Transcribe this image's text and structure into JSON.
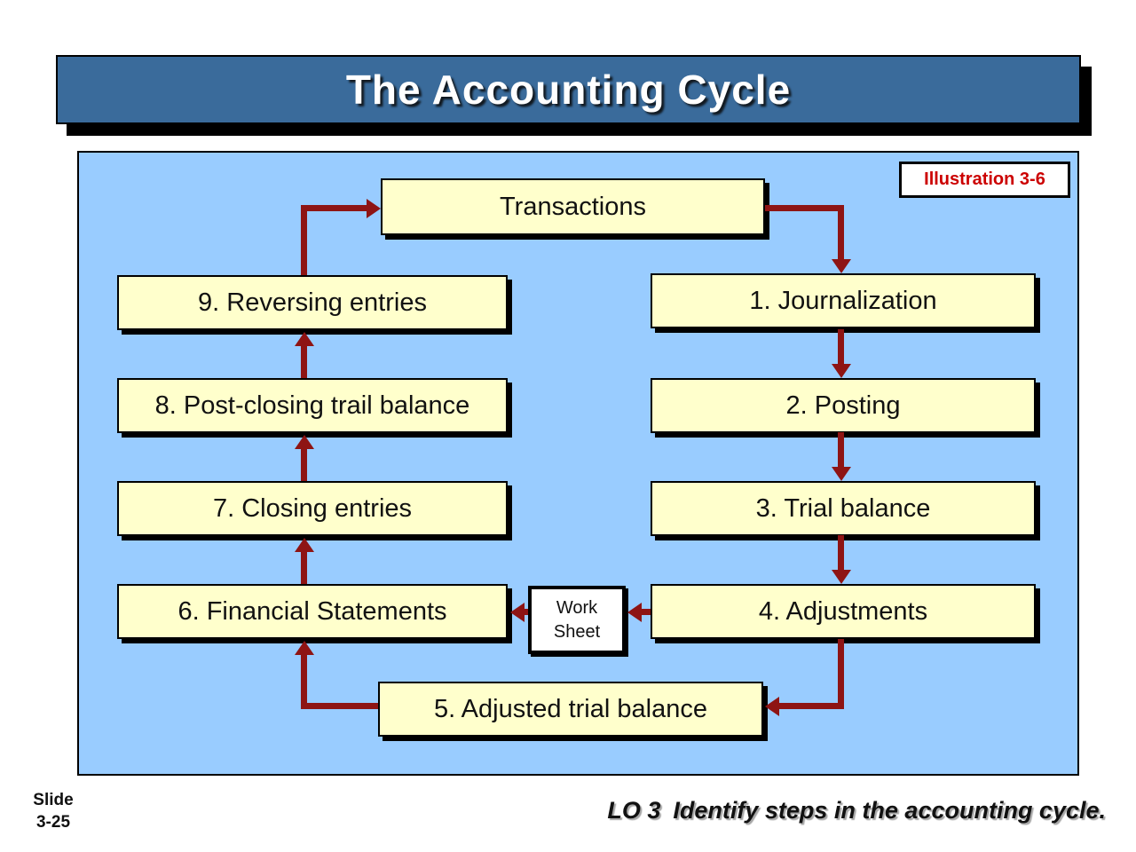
{
  "slide": {
    "title": "The Accounting Cycle",
    "illustration_label": "Illustration 3-6",
    "slide_number_line1": "Slide",
    "slide_number_line2": "3-25",
    "lo_prefix": "LO 3",
    "lo_text": "Identify steps in the accounting cycle."
  },
  "diagram": {
    "type": "flowchart-cycle",
    "nodes": {
      "transactions": "Transactions",
      "step1": "1. Journalization",
      "step2": "2. Posting",
      "step3": "3. Trial balance",
      "step4": "4. Adjustments",
      "step5": "5. Adjusted trial balance",
      "step6": "6. Financial Statements",
      "step7": "7. Closing entries",
      "step8": "8. Post-closing trail balance",
      "step9": "9. Reversing entries",
      "worksheet_line1": "Work",
      "worksheet_line2": "Sheet"
    },
    "edges": [
      "transactions -> step1",
      "step1 -> step2",
      "step2 -> step3",
      "step3 -> step4",
      "step4 -> step5",
      "step5 -> step6",
      "step6 -> step7",
      "step7 -> step8",
      "step8 -> step9",
      "step9 -> transactions",
      "step4 -> worksheet",
      "worksheet -> step6"
    ]
  },
  "colors": {
    "title-bar": "#3A6B9B",
    "panel": "#99CCFF",
    "node": "#FFFFCC",
    "arrow": "#8E1414",
    "illustration-text": "#CC0000"
  }
}
